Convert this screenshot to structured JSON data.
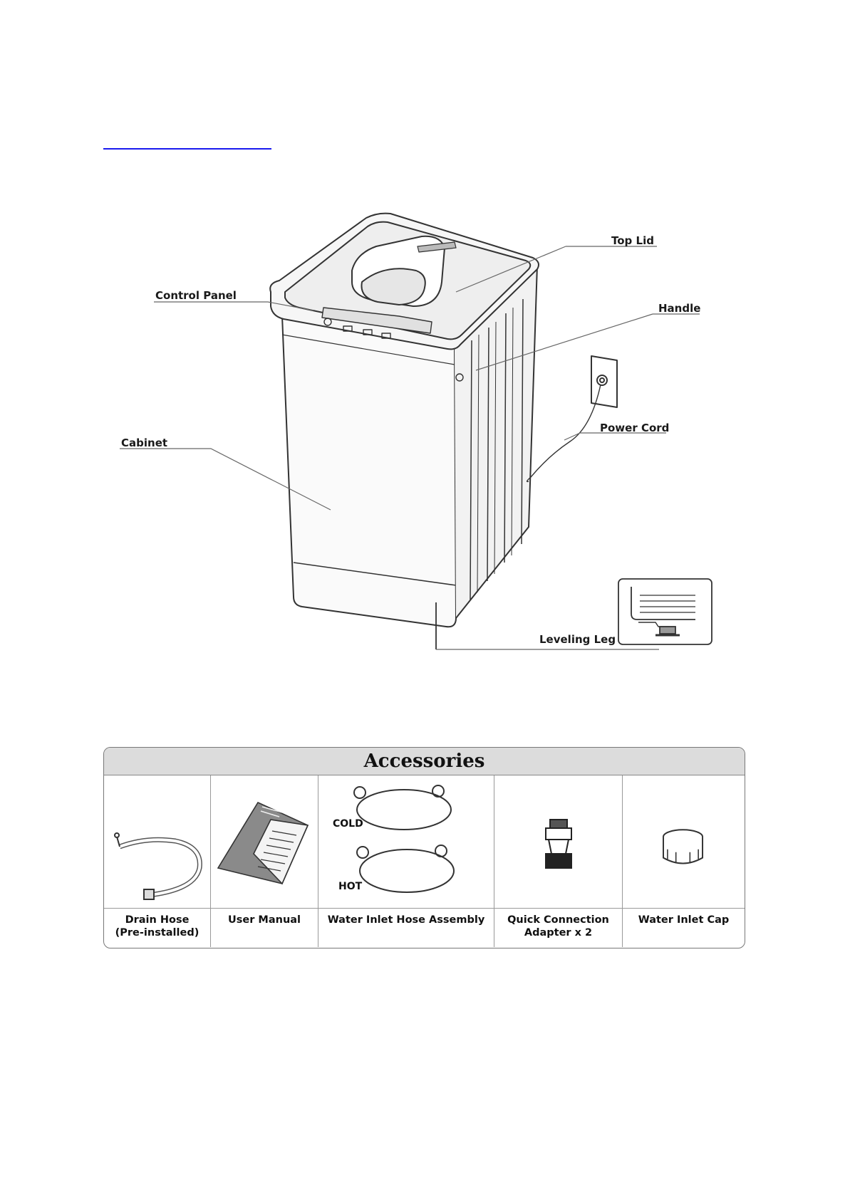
{
  "diagram": {
    "labels": {
      "top_lid": "Top Lid",
      "control_panel": "Control Panel",
      "handle": "Handle",
      "power_cord": "Power Cord",
      "cabinet": "Cabinet",
      "leveling_leg": "Leveling Leg"
    }
  },
  "accessories": {
    "title": "Accessories",
    "items": [
      {
        "label": "Drain Hose\n(Pre-installed)",
        "icon": "drain-hose-icon"
      },
      {
        "label": "User Manual",
        "icon": "user-manual-icon"
      },
      {
        "label": "Water Inlet Hose Assembly",
        "icon": "water-inlet-hose-icon",
        "hose_labels": {
          "cold": "COLD",
          "hot": "HOT"
        }
      },
      {
        "label": "Quick Connection\nAdapter x 2",
        "icon": "quick-connection-adapter-icon"
      },
      {
        "label": "Water Inlet Cap",
        "icon": "water-inlet-cap-icon"
      }
    ]
  }
}
